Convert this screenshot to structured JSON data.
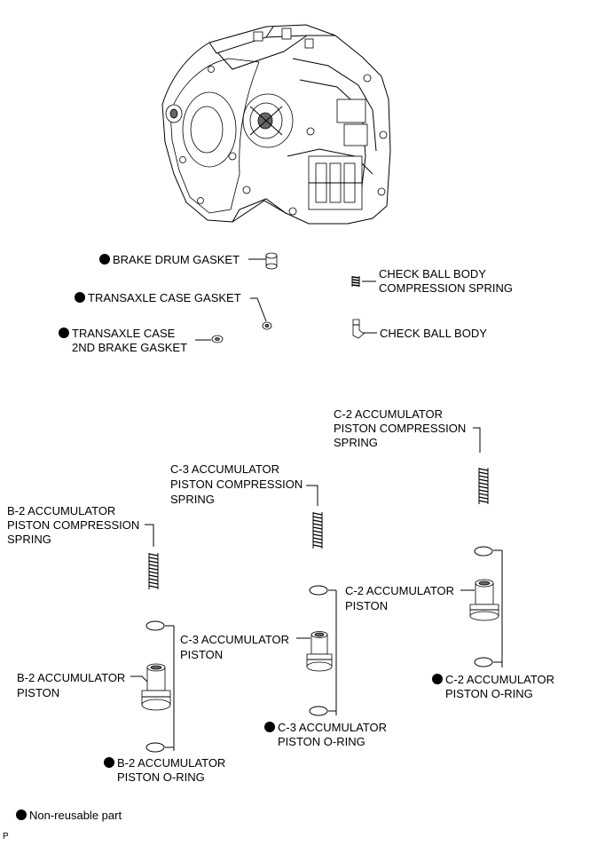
{
  "labels": {
    "brake_drum_gasket": "BRAKE DRUM GASKET",
    "transaxle_case_gasket": "TRANSAXLE CASE GASKET",
    "transaxle_case_2nd_l1": "TRANSAXLE CASE",
    "transaxle_case_2nd_l2": "2ND BRAKE GASKET",
    "check_ball_spring_l1": "CHECK BALL BODY",
    "check_ball_spring_l2": "COMPRESSION SPRING",
    "check_ball_body": "CHECK BALL BODY",
    "c2_spring_l1": "C-2 ACCUMULATOR",
    "c2_spring_l2": "PISTON COMPRESSION",
    "c2_spring_l3": "SPRING",
    "c3_spring_l1": "C-3 ACCUMULATOR",
    "c3_spring_l2": "PISTON COMPRESSION",
    "c3_spring_l3": "SPRING",
    "b2_spring_l1": "B-2 ACCUMULATOR",
    "b2_spring_l2": "PISTON COMPRESSION",
    "b2_spring_l3": "SPRING",
    "c2_piston_l1": "C-2 ACCUMULATOR",
    "c2_piston_l2": "PISTON",
    "c3_piston_l1": "C-3 ACCUMULATOR",
    "c3_piston_l2": "PISTON",
    "b2_piston_l1": "B-2 ACCUMULATOR",
    "b2_piston_l2": "PISTON",
    "c2_oring_l1": "C-2 ACCUMULATOR",
    "c2_oring_l2": "PISTON O-RING",
    "c3_oring_l1": "C-3 ACCUMULATOR",
    "c3_oring_l2": "PISTON O-RING",
    "b2_oring_l1": "B-2 ACCUMULATOR",
    "b2_oring_l2": "PISTON O-RING"
  },
  "legend": {
    "non_reusable": "Non-reusable part"
  },
  "figure_code": "P",
  "icons": {
    "non_reusable_marker": "filled-circle-bullet"
  }
}
